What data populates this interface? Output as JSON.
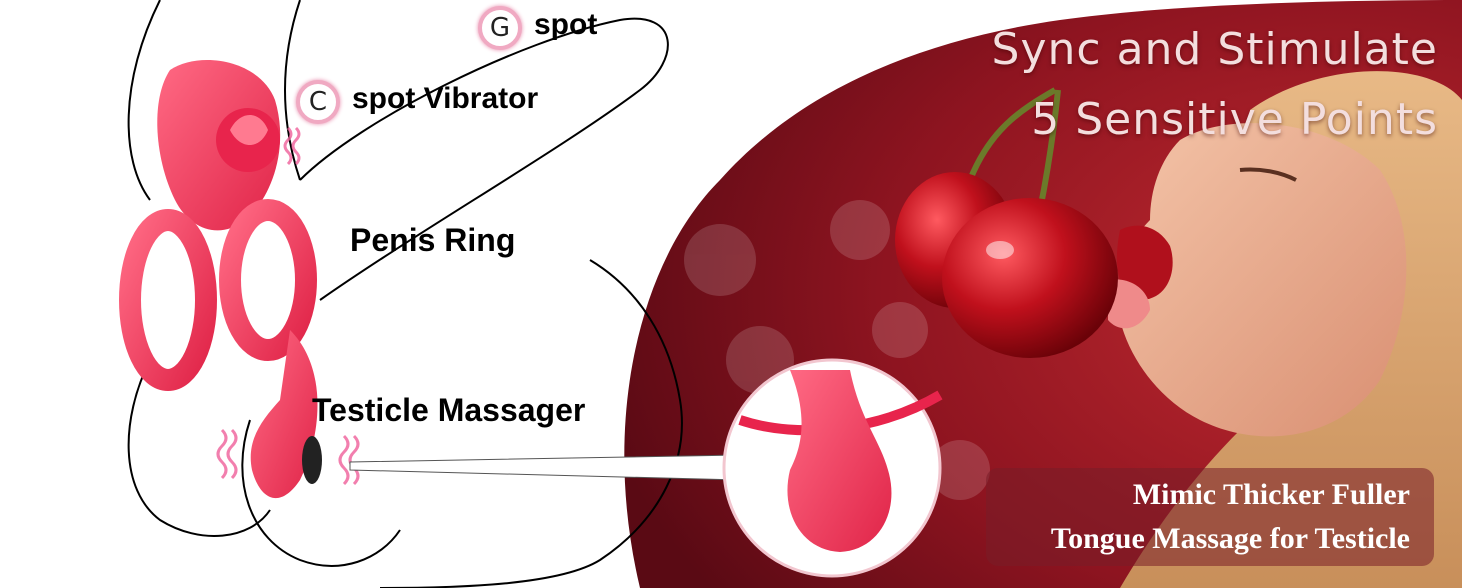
{
  "labels": {
    "g_spot_letter": "G",
    "g_spot_text": "spot",
    "c_spot_letter": "C",
    "c_spot_text": "spot Vibrator",
    "penis_ring": "Penis Ring",
    "testicle_massager": "Testicle Massager"
  },
  "headline": {
    "line1": "Sync and Stimulate",
    "line2": "5 Sensitive Points"
  },
  "caption": {
    "line1": "Mimic Thicker Fuller",
    "line2": "Tongue Massage for Testicle"
  },
  "colors": {
    "product_pink": "#f0405c",
    "background_red": "#9c1420",
    "accent_pink": "#f0a9c2"
  },
  "icons": {
    "vibration": "vibration-wave-icon",
    "arrow": "arrow-up-icon"
  }
}
